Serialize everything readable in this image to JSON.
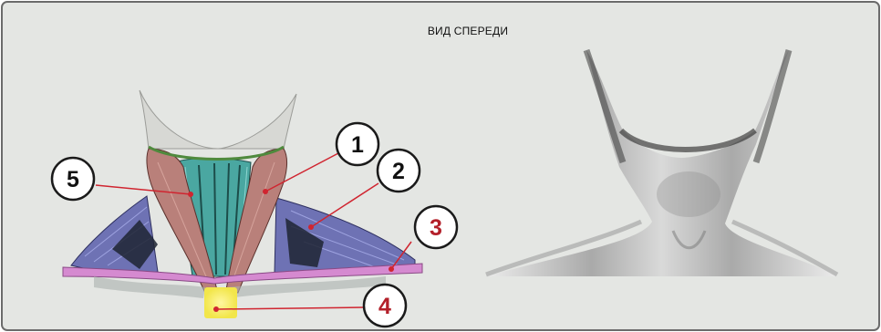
{
  "title": "ВИД СПЕРЕДИ",
  "callouts": [
    {
      "label": "1",
      "color": "#111111"
    },
    {
      "label": "2",
      "color": "#111111"
    },
    {
      "label": "3",
      "color": "#b3202a"
    },
    {
      "label": "4",
      "color": "#b3202a"
    },
    {
      "label": "5",
      "color": "#111111"
    }
  ],
  "colors": {
    "panel_background": "#e4e6e3",
    "panel_border": "#6b6b6b",
    "leader_line": "#d02530",
    "sternocleidomastoid": "#b9807a",
    "trapezius": "#6e72b4",
    "strap_muscles": "#4aa7a1",
    "clavicle": "#d58ad0",
    "jugular_notch": "#f2e64a"
  }
}
